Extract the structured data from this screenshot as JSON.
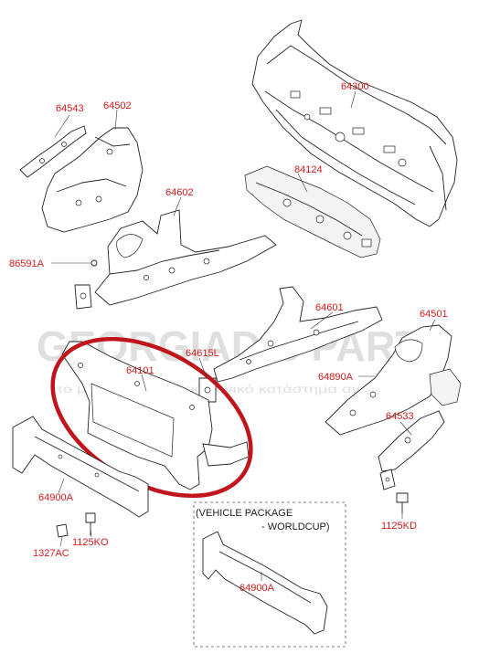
{
  "watermark": {
    "brand": "GEORGIADIS PARTS",
    "tagline": "το μεγαλύτερο ηλεκτρονικό κατάστημα ανταλλακτικών"
  },
  "highlight_color": "#c0151a",
  "label_color": "#d41c1c",
  "parts": {
    "p64300": "64300",
    "p64543": "64543",
    "p64502": "64502",
    "p84124": "84124",
    "p64602": "64602",
    "p86591A": "86591A",
    "p64601": "64601",
    "p64501": "64501",
    "p64615L": "64615L",
    "p64101": "64101",
    "p64890A": "64890A",
    "p64533": "64533",
    "p64900A": "64900A",
    "p1125KO": "1125KO",
    "p1327AC": "1327AC",
    "p1125KD": "1125KD",
    "p64900A_pkg": "64900A"
  },
  "package_box": {
    "line1": "(VEHICLE PACKAGE",
    "line2": "- WORLDCUP)"
  }
}
